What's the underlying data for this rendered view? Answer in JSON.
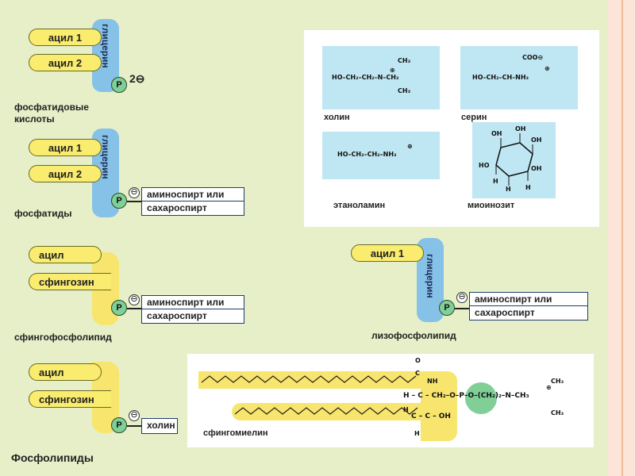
{
  "phosphatidic": {
    "acyl1": "ацил 1",
    "acyl2": "ацил 2",
    "glycerin": "глицерин",
    "p": "P",
    "charge": "2⊖",
    "name_line1": "фосфатидовые",
    "name_line2": "кислоты"
  },
  "phosphatides": {
    "acyl1": "ацил 1",
    "acyl2": "ацил 2",
    "glycerin": "глицерин",
    "p": "P",
    "minus": "⊖",
    "box_line1": "аминоспирт или",
    "box_line2": "сахароспирт",
    "name": "фосфатиды"
  },
  "sphingophospholipid": {
    "acyl": "ацил",
    "sphingosine": "сфингозин",
    "p": "P",
    "minus": "⊖",
    "box_line1": "аминоспирт или",
    "box_line2": "сахароспирт",
    "name": "сфингофосфолипид"
  },
  "sphingomyelin_schema": {
    "acyl": "ацил",
    "sphingosine": "сфингозин",
    "p": "P",
    "minus": "⊖",
    "box": "холин"
  },
  "lysophospholipid": {
    "acyl1": "ацил 1",
    "glycerin": "глицерин",
    "p": "P",
    "minus": "⊖",
    "box_line1": "аминоспирт или",
    "box_line2": "сахароспирт",
    "name": "лизофосфолипид"
  },
  "molecules": {
    "choline_top": "CH₃",
    "choline_main": "HO–CH₂–CH₂–N–CH₃",
    "choline_plus": "⊕",
    "choline_bottom": "CH₃",
    "choline_name": "холин",
    "serine_top": "COO⊖",
    "serine_main": "HO–CH₂–CH–NH₃",
    "serine_plus": "⊕",
    "serine_name": "серин",
    "ethanolamine_main": "HO–CH₂–CH₂–NH₃",
    "ethanolamine_plus": "⊕",
    "ethanolamine_name": "этаноламин",
    "inositol_name": "миоинозит",
    "oh": "OH",
    "h": "H",
    "ho": "HO"
  },
  "sphingomyelin_structure": {
    "o": "O",
    "c": "C",
    "nh": "NH",
    "h": "H",
    "ch_line": "H – C – CH₂–O–P–O–(CH₂)₂–N–CH₃",
    "oh_line": "C – C – OH",
    "ch3": "CH₃",
    "plus": "⊕",
    "name": "сфингомиелин"
  },
  "footer": {
    "title": "Фосфолипиды"
  },
  "colors": {
    "background": "#e6efc8",
    "acyl": "#f9ec6e",
    "glycerin": "#86c1e8",
    "phosphate": "#7fcf97",
    "molecule_bg": "#bfe7f3"
  }
}
